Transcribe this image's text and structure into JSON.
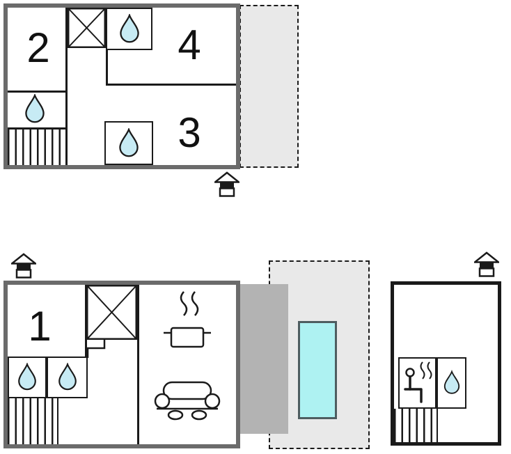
{
  "upper_floor": {
    "room2": "2",
    "room4": "4",
    "room3": "3"
  },
  "ground_floor": {
    "room1": "1"
  },
  "colors": {
    "wall": "#6b6b6b",
    "line": "#1a1a1a",
    "water": "#c7ebf4",
    "pool": "#aef2f2",
    "pool_border": "#4e5d60",
    "area": "#e9e9e9",
    "porch": "#b3b3b3",
    "paper": "#ffffff"
  },
  "icons": {
    "entrance": "house-entrance-icon",
    "water_drop": "water-drop-icon",
    "stairs": "stairs-hatch-icon",
    "crossed_box": "crossed-box-icon",
    "stove": "cooking-pot-icon",
    "sofa": "sofa-icon",
    "sauna": "sauna-person-icon",
    "pool": "swimming-pool"
  }
}
